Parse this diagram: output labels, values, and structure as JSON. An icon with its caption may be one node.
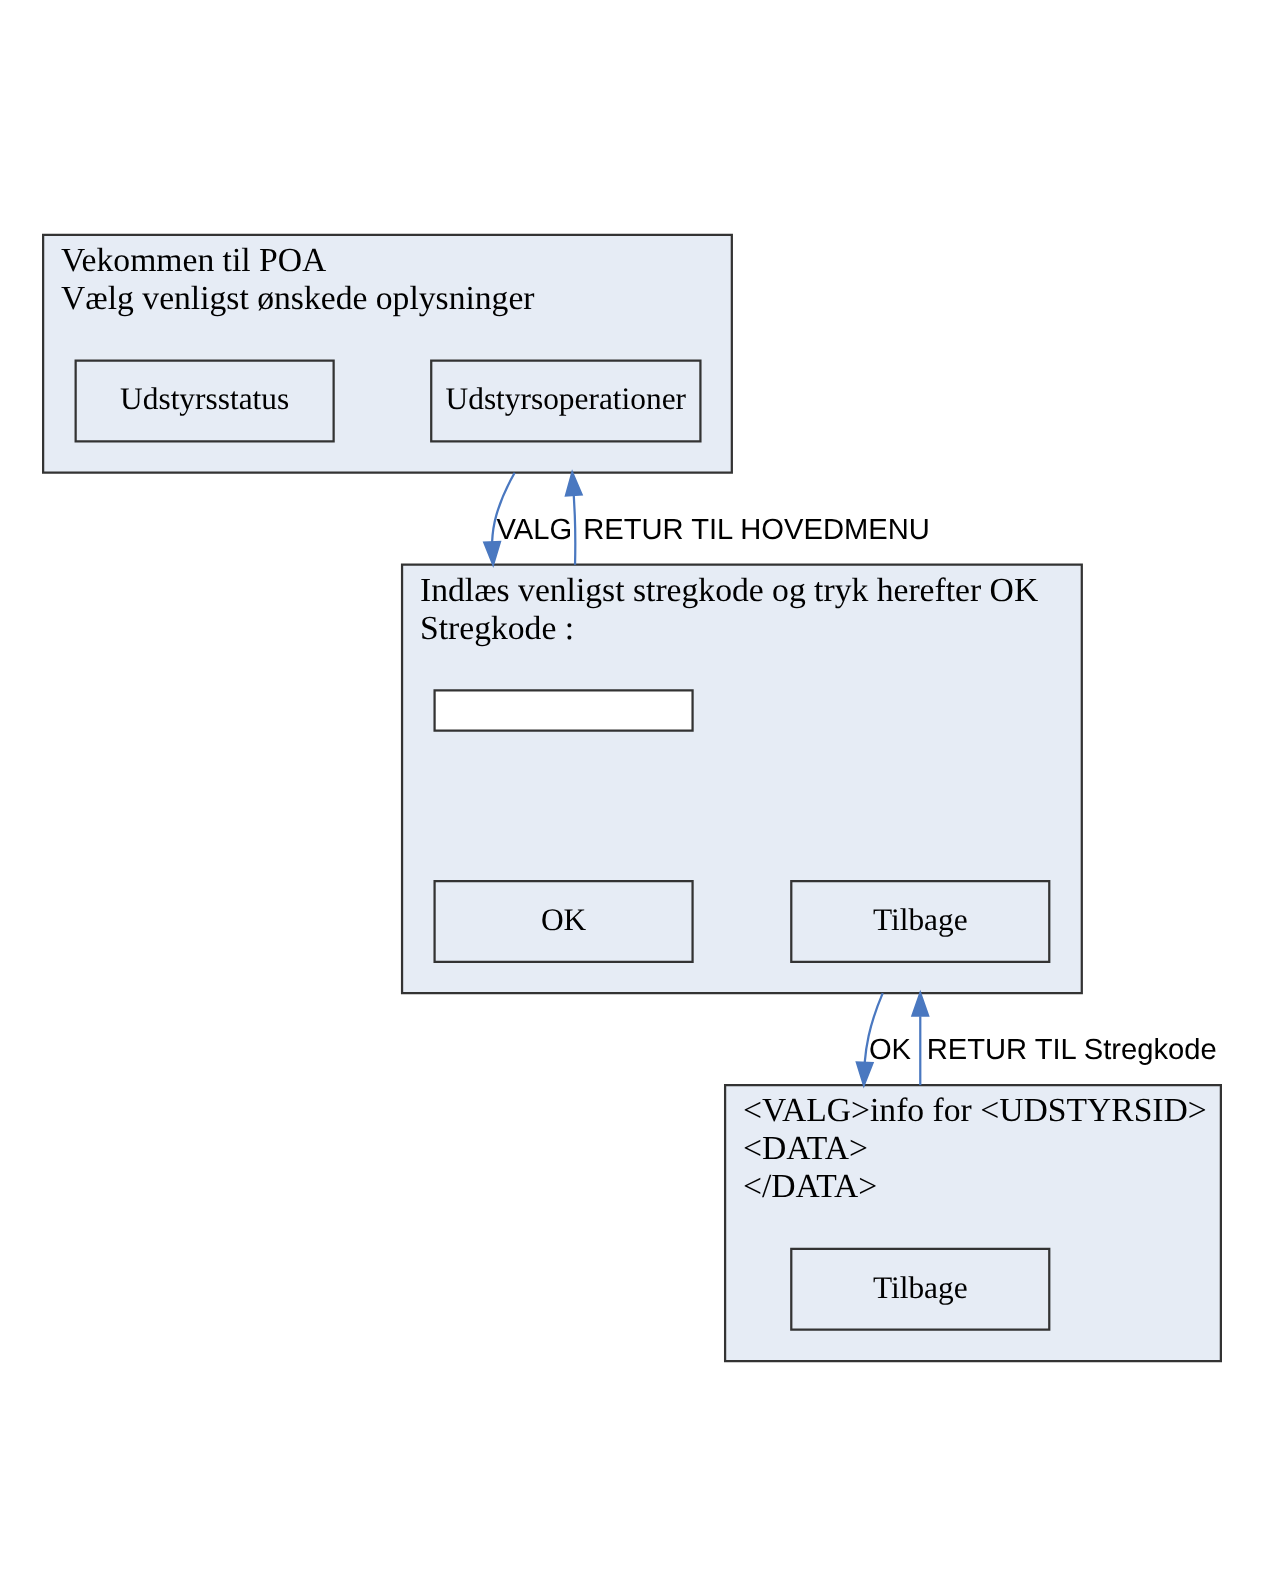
{
  "diagram": {
    "nodes": [
      {
        "text": [
          "Vekommen til POA",
          "Vælg venligst ønskede oplysninger"
        ]
      },
      {
        "text": [
          "Udstyrsstatus"
        ],
        "in": 0
      },
      {
        "text": [
          "Udstyrsoperationer"
        ],
        "in": 0
      },
      {
        "text": [
          "Indlæs venligst stregkode og tryk herefter OK",
          "Stregkode :"
        ]
      },
      {
        "text": [],
        "shape": "box",
        "in": 3
      },
      {
        "text": [
          "OK"
        ],
        "in": 3
      },
      {
        "text": [
          "Tilbage"
        ],
        "in": 3
      },
      {
        "text": [
          "<VALG>info for <UDSTYRSID>",
          "<DATA>",
          "</DATA>"
        ]
      },
      {
        "text": [
          "Tilbage"
        ],
        "in": 7
      }
    ],
    "edges": [
      {
        "from": 0,
        "to": 3,
        "arrow": "to",
        "label": "VALG"
      },
      {
        "from": 3,
        "to": 0,
        "arrow": "to",
        "label": "RETUR TIL HOVEDMENU"
      },
      {
        "from": 3,
        "to": 7,
        "arrow": "to",
        "label": "OK"
      },
      {
        "from": 7,
        "to": 3,
        "arrow": "to",
        "label": "RETUR TIL Stregkode"
      }
    ]
  }
}
